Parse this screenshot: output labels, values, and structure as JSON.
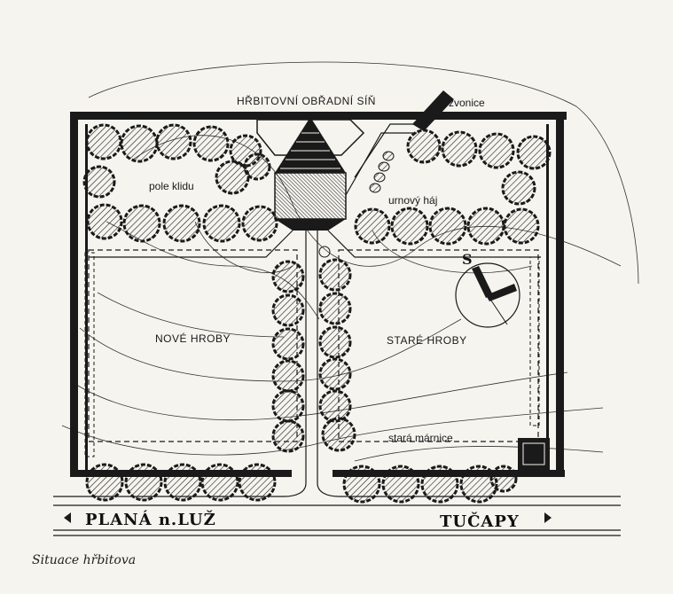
{
  "labels": {
    "hall": "HŘBITOVNÍ OBŘADNÍ SÍŇ",
    "belfry": "zvonice",
    "rest_field": "pole klidu",
    "urn_grove": "urnový háj",
    "north": "S",
    "new_graves": "NOVÉ HROBY",
    "old_graves": "STARÉ HROBY",
    "old_mortuary": "stará márnice",
    "road_left": "PLANÁ n.LUŽ",
    "road_right": "TUČAPY"
  },
  "caption": "Situace hřbitova",
  "colors": {
    "ink": "#1a1a1a",
    "paper": "#f6f4ee"
  }
}
